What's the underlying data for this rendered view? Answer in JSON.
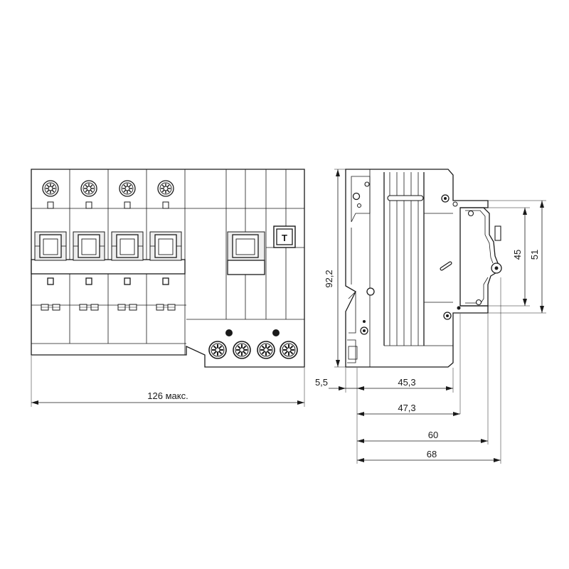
{
  "front_view": {
    "width_label": "126 макс.",
    "test_button_label": "T"
  },
  "side_view": {
    "height_label": "92,2",
    "depth_labels": [
      "5,5",
      "45,3",
      "47,3",
      "60",
      "68"
    ],
    "rail_labels": [
      "45",
      "51"
    ]
  },
  "colors": {
    "line": "#1a1a1a",
    "background": "#ffffff"
  }
}
